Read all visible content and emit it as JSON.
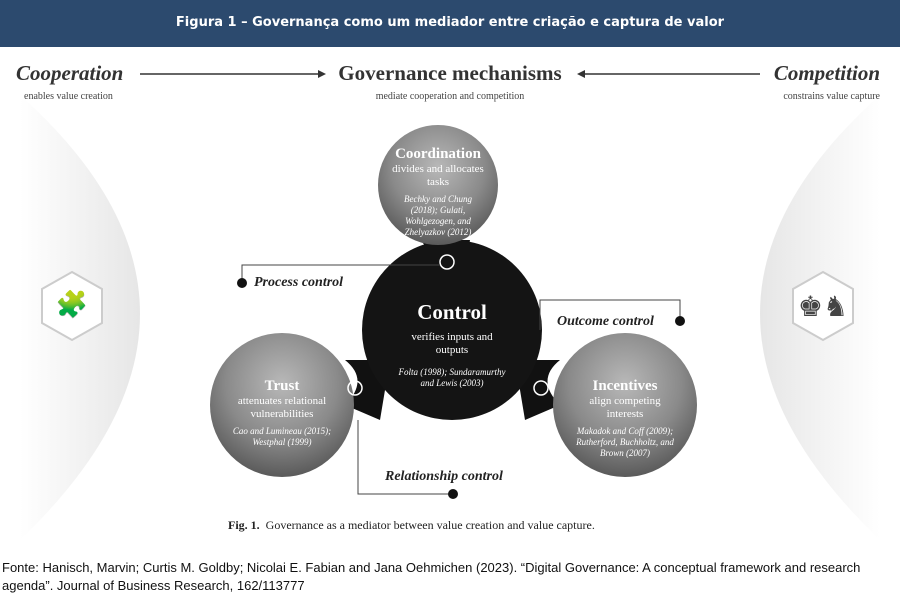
{
  "header": {
    "title": "Figura 1 – Governança como um mediador entre criação e captura de valor"
  },
  "top": {
    "cooperation": {
      "title": "Cooperation",
      "subtitle": "enables value creation"
    },
    "governance": {
      "title": "Governance mechanisms",
      "subtitle": "mediate cooperation and competition"
    },
    "competition": {
      "title": "Competition",
      "subtitle": "constrains value capture"
    }
  },
  "circles": {
    "coordination": {
      "title": "Coordination",
      "desc": "divides and allocates tasks",
      "refs": "Bechky and Chung (2018); Gulati, Wohlgezogen, and Zhelyazkov (2012)"
    },
    "control": {
      "title": "Control",
      "desc": "verifies inputs and outputs",
      "refs": "Folta (1998); Sundaramurthy and Lewis (2003)"
    },
    "trust": {
      "title": "Trust",
      "desc": "attenuates relational vulnerabilities",
      "refs": "Cao and Lumineau (2015); Westphal (1999)"
    },
    "incentives": {
      "title": "Incentives",
      "desc": "align competing interests",
      "refs": "Makadok and Coff (2009); Rutherford, Buchholtz, and Brown (2007)"
    }
  },
  "labels": {
    "process": "Process control",
    "outcome": "Outcome control",
    "relationship": "Relationship control"
  },
  "caption": {
    "prefix": "Fig. 1.",
    "text": "Governance as a mediator between value creation and value capture."
  },
  "source": "Fonte: Hanisch, Marvin; Curtis M. Goldby; Nicolai E. Fabian and Jana Oehmichen (2023).  “Digital Governance: A conceptual framework and research agenda”. Journal of Business Research, 162/113777"
}
